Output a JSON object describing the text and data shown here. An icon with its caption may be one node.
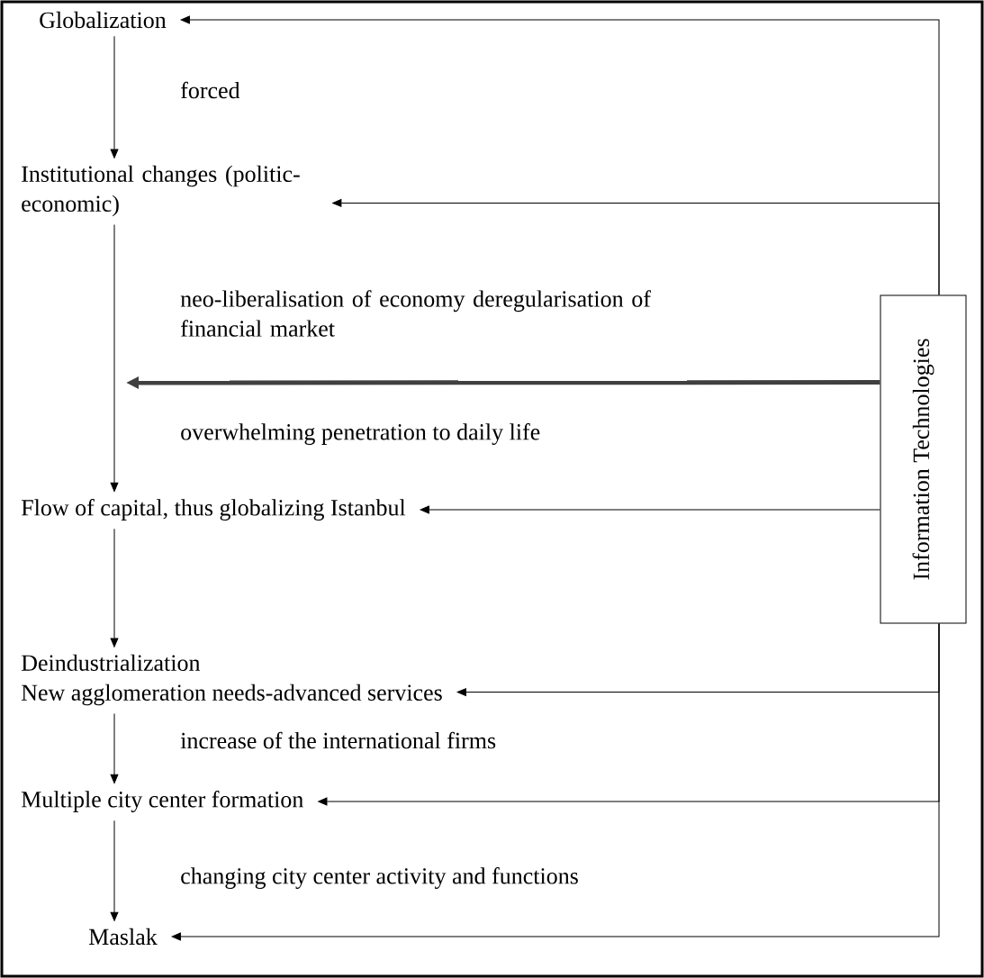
{
  "diagram": {
    "nodes": [
      {
        "text": [
          "Globalization"
        ]
      },
      {
        "text": [
          "Institutional changes (politic-economic)"
        ]
      },
      {
        "text": [
          "Flow of capital, thus globalizing Istanbul"
        ]
      },
      {
        "text": [
          "Deindustrialization",
          "New agglomeration needs-advanced services"
        ]
      },
      {
        "text": [
          "Multiple city center formation"
        ]
      },
      {
        "text": [
          "Maslak"
        ]
      },
      {
        "text": [
          "Information  Technologies"
        ]
      }
    ],
    "edges": [
      {
        "from": 0,
        "to": 1,
        "arrow": "to",
        "label": "forced"
      },
      {
        "from": 1,
        "to": 2,
        "arrow": "to",
        "label": "neo-liberalisation of economy deregularisation of financial market"
      },
      {
        "from": 2,
        "to": 3,
        "arrow": "to"
      },
      {
        "from": 3,
        "to": 4,
        "arrow": "to",
        "label": "increase of the international firms"
      },
      {
        "from": 4,
        "to": 5,
        "arrow": "to",
        "label": "changing city center activity and functions"
      },
      {
        "from": 6,
        "to": null,
        "arrow": "to",
        "label": "overwhelming penetration to daily life",
        "style": "thick",
        "color": "#404040"
      },
      {
        "from": 6,
        "to": 0,
        "arrow": "to"
      },
      {
        "from": 6,
        "to": 1,
        "arrow": "to"
      },
      {
        "from": 6,
        "to": 2,
        "arrow": "to"
      },
      {
        "from": 6,
        "to": 3,
        "arrow": "to"
      },
      {
        "from": 6,
        "to": 4,
        "arrow": "to"
      },
      {
        "from": 6,
        "to": 5,
        "arrow": "to"
      }
    ]
  }
}
